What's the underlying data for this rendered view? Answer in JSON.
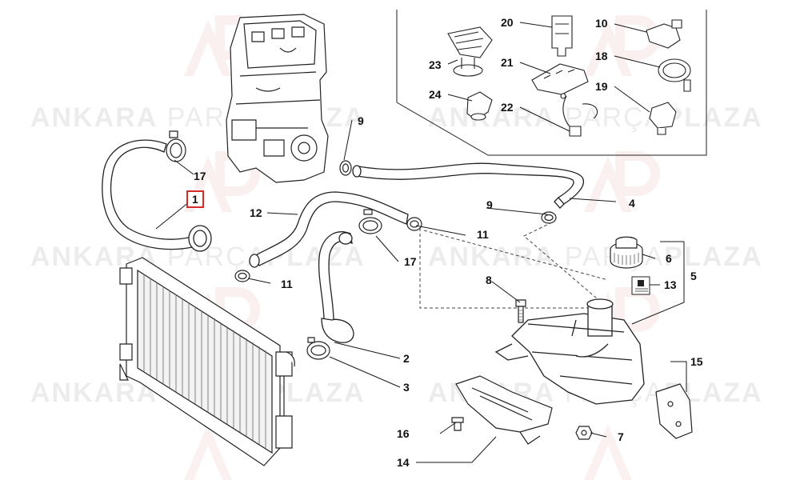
{
  "watermark": {
    "brand_bold": "ANKARA",
    "brand_light": "PARÇA",
    "brand_end": "PLAZA"
  },
  "colors": {
    "line": "#1a1a1a",
    "callout_box": "#d42a2a",
    "watermark_logo": "#c0392b"
  },
  "callouts": [
    {
      "id": "c1",
      "text": "1",
      "highlighted": true
    },
    {
      "id": "c2",
      "text": "2"
    },
    {
      "id": "c3",
      "text": "3"
    },
    {
      "id": "c4",
      "text": "4"
    },
    {
      "id": "c5",
      "text": "5"
    },
    {
      "id": "c6",
      "text": "6"
    },
    {
      "id": "c7",
      "text": "7"
    },
    {
      "id": "c8",
      "text": "8"
    },
    {
      "id": "c9a",
      "text": "9"
    },
    {
      "id": "c9b",
      "text": "9"
    },
    {
      "id": "c10",
      "text": "10"
    },
    {
      "id": "c11a",
      "text": "11"
    },
    {
      "id": "c11b",
      "text": "11"
    },
    {
      "id": "c12",
      "text": "12"
    },
    {
      "id": "c13",
      "text": "13"
    },
    {
      "id": "c14",
      "text": "14"
    },
    {
      "id": "c15",
      "text": "15"
    },
    {
      "id": "c16",
      "text": "16"
    },
    {
      "id": "c17a",
      "text": "17"
    },
    {
      "id": "c17b",
      "text": "17"
    },
    {
      "id": "c18",
      "text": "18"
    },
    {
      "id": "c19",
      "text": "19"
    },
    {
      "id": "c20",
      "text": "20"
    },
    {
      "id": "c21",
      "text": "21"
    },
    {
      "id": "c22",
      "text": "22"
    },
    {
      "id": "c23",
      "text": "23"
    },
    {
      "id": "c24",
      "text": "24"
    }
  ]
}
